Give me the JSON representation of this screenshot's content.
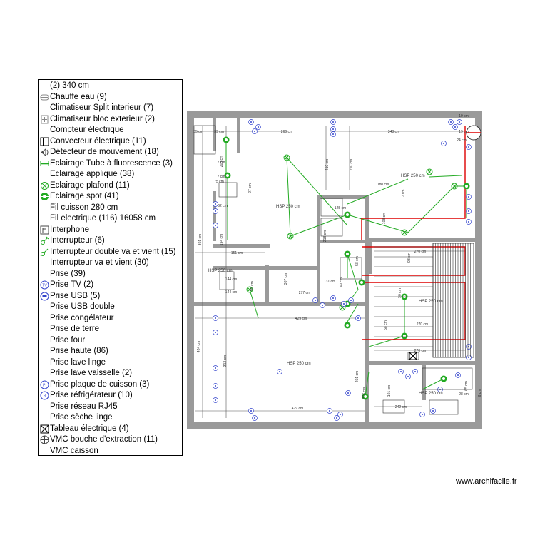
{
  "legend": {
    "items": [
      {
        "label": "(2) 340 cm",
        "icon": "none"
      },
      {
        "label": "Chauffe eau (9)",
        "icon": "water-heater-icon"
      },
      {
        "label": "Climatiseur Split interieur (7)",
        "icon": "none"
      },
      {
        "label": "Climatiseur bloc exterieur (2)",
        "icon": "ac-outdoor-unit-icon"
      },
      {
        "label": "Compteur électrique",
        "icon": "none"
      },
      {
        "label": "Convecteur électrique (11)",
        "icon": "convector-icon"
      },
      {
        "label": "Détecteur de mouvement (18)",
        "icon": "motion-detector-icon"
      },
      {
        "label": "Eclairage Tube à fluorescence (3)",
        "icon": "fluorescent-tube-icon"
      },
      {
        "label": "Eclairage applique (38)",
        "icon": "none"
      },
      {
        "label": "Eclairage plafond (11)",
        "icon": "ceiling-light-icon"
      },
      {
        "label": "Eclairage spot (41)",
        "icon": "spot-light-icon"
      },
      {
        "label": "Fil cuisson 280 cm",
        "icon": "none"
      },
      {
        "label": "Fil electrique (116) 16058 cm",
        "icon": "none"
      },
      {
        "label": "Interphone",
        "icon": "intercom-icon"
      },
      {
        "label": "Interrupteur (6)",
        "icon": "switch-icon"
      },
      {
        "label": "Interrupteur double va et vient (15)",
        "icon": "double-switch-icon"
      },
      {
        "label": "Interrupteur va et vient (30)",
        "icon": "none"
      },
      {
        "label": "Prise (39)",
        "icon": "none"
      },
      {
        "label": "Prise TV (2)",
        "icon": "tv-outlet-icon"
      },
      {
        "label": "Prise USB (5)",
        "icon": "usb-outlet-icon"
      },
      {
        "label": "Prise USB double",
        "icon": "none"
      },
      {
        "label": "Prise congélateur",
        "icon": "none"
      },
      {
        "label": "Prise de terre",
        "icon": "none"
      },
      {
        "label": "Prise four",
        "icon": "none"
      },
      {
        "label": "Prise haute (86)",
        "icon": "none"
      },
      {
        "label": "Prise lave linge",
        "icon": "none"
      },
      {
        "label": "Prise lave vaisselle (2)",
        "icon": "none"
      },
      {
        "label": "Prise plaque de cuisson (3)",
        "icon": "cooktop-outlet-icon"
      },
      {
        "label": "Prise réfrigérateur (10)",
        "icon": "fridge-outlet-icon"
      },
      {
        "label": "Prise réseau RJ45",
        "icon": "none"
      },
      {
        "label": "Prise sèche linge",
        "icon": "none"
      },
      {
        "label": "Tableau électrique (4)",
        "icon": "electrical-panel-icon"
      },
      {
        "label": "VMC bouche d'extraction (11)",
        "icon": "vmc-vent-icon"
      },
      {
        "label": "VMC caisson",
        "icon": "none"
      }
    ]
  },
  "plan": {
    "colors": {
      "wall": "#9a9a9a",
      "wire": "#22aa22",
      "red_wire": "#dd0000",
      "outlet": "#3344cc",
      "dim": "#555555"
    },
    "rooms": [
      {
        "label": "HSP 250 cm"
      },
      {
        "label": "HSP 250 cm"
      },
      {
        "label": "HSP 250 cm"
      },
      {
        "label": "HSP 250 cm"
      },
      {
        "label": "HSP 250 cm"
      },
      {
        "label": "HSP 250 cm"
      }
    ],
    "dimensions": [
      "260 cm",
      "348 cm",
      "19 cm",
      "19 cm",
      "24 cm",
      "35 cm",
      "39 cm",
      "7 cm",
      "7 cm",
      "27 cm",
      "203 cm",
      "75 cm",
      "62 cm",
      "194 cm",
      "151 cm",
      "144 cm",
      "144 cm",
      "99 cm",
      "277 cm",
      "131 cm",
      "429 cm",
      "429 cm",
      "270 cm",
      "270 cm",
      "270 cm",
      "242 cm",
      "125 cm",
      "180 cm",
      "218 cm",
      "210 cm",
      "210 cm",
      "301 cm",
      "424 cm",
      "313 cm",
      "201 cm",
      "376 cm",
      "93 cm",
      "90 cm",
      "58 cm",
      "108 cm",
      "7 cm",
      "65 cm",
      "28 cm",
      "6 cm",
      "49 cm",
      "307 cm",
      "101 cm",
      "58 cm"
    ]
  },
  "watermark": "www.archifacile.fr"
}
